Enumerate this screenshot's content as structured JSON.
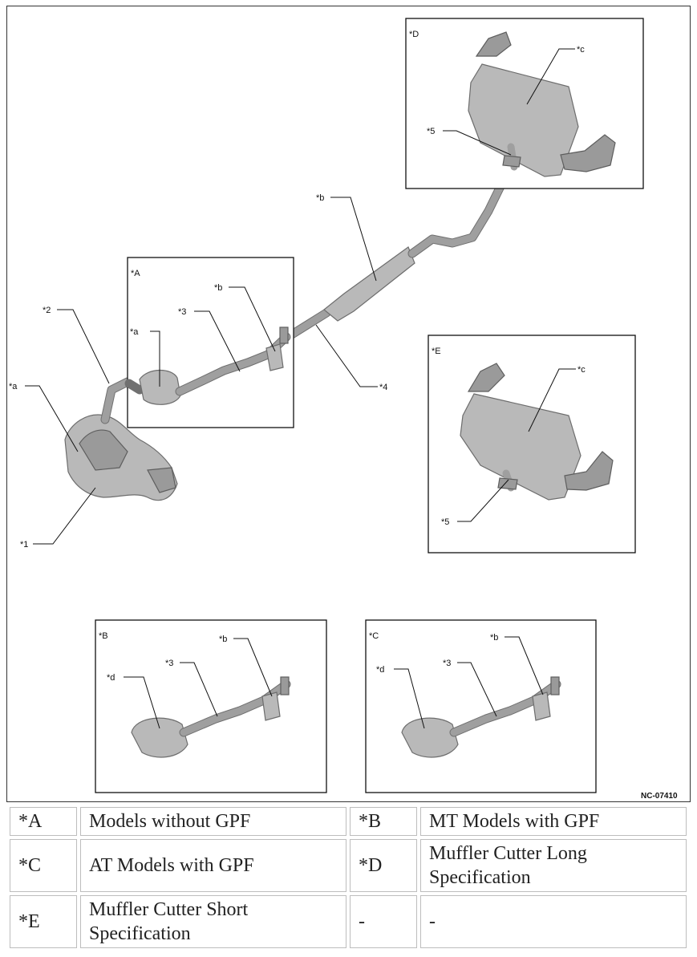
{
  "figure": {
    "code": "NC-07410",
    "box_labels": {
      "A": "*A",
      "B": "*B",
      "C": "*C",
      "D": "*D",
      "E": "*E"
    },
    "callouts": {
      "c1": "*1",
      "c2": "*2",
      "c3": "*3",
      "c4": "*4",
      "c5": "*5",
      "ca": "*a",
      "cb": "*b",
      "cc": "*c",
      "cd": "*d"
    }
  },
  "legend": {
    "rows": [
      [
        {
          "key": "*A",
          "desc": "Models without GPF"
        },
        {
          "key": "*B",
          "desc": "MT Models with GPF"
        }
      ],
      [
        {
          "key": "*C",
          "desc": "AT Models with GPF"
        },
        {
          "key": "*D",
          "desc": "Muffler Cutter Long Specification"
        }
      ],
      [
        {
          "key": "*E",
          "desc": "Muffler Cutter Short Specification"
        },
        {
          "key": "-",
          "desc": "-"
        }
      ]
    ]
  }
}
